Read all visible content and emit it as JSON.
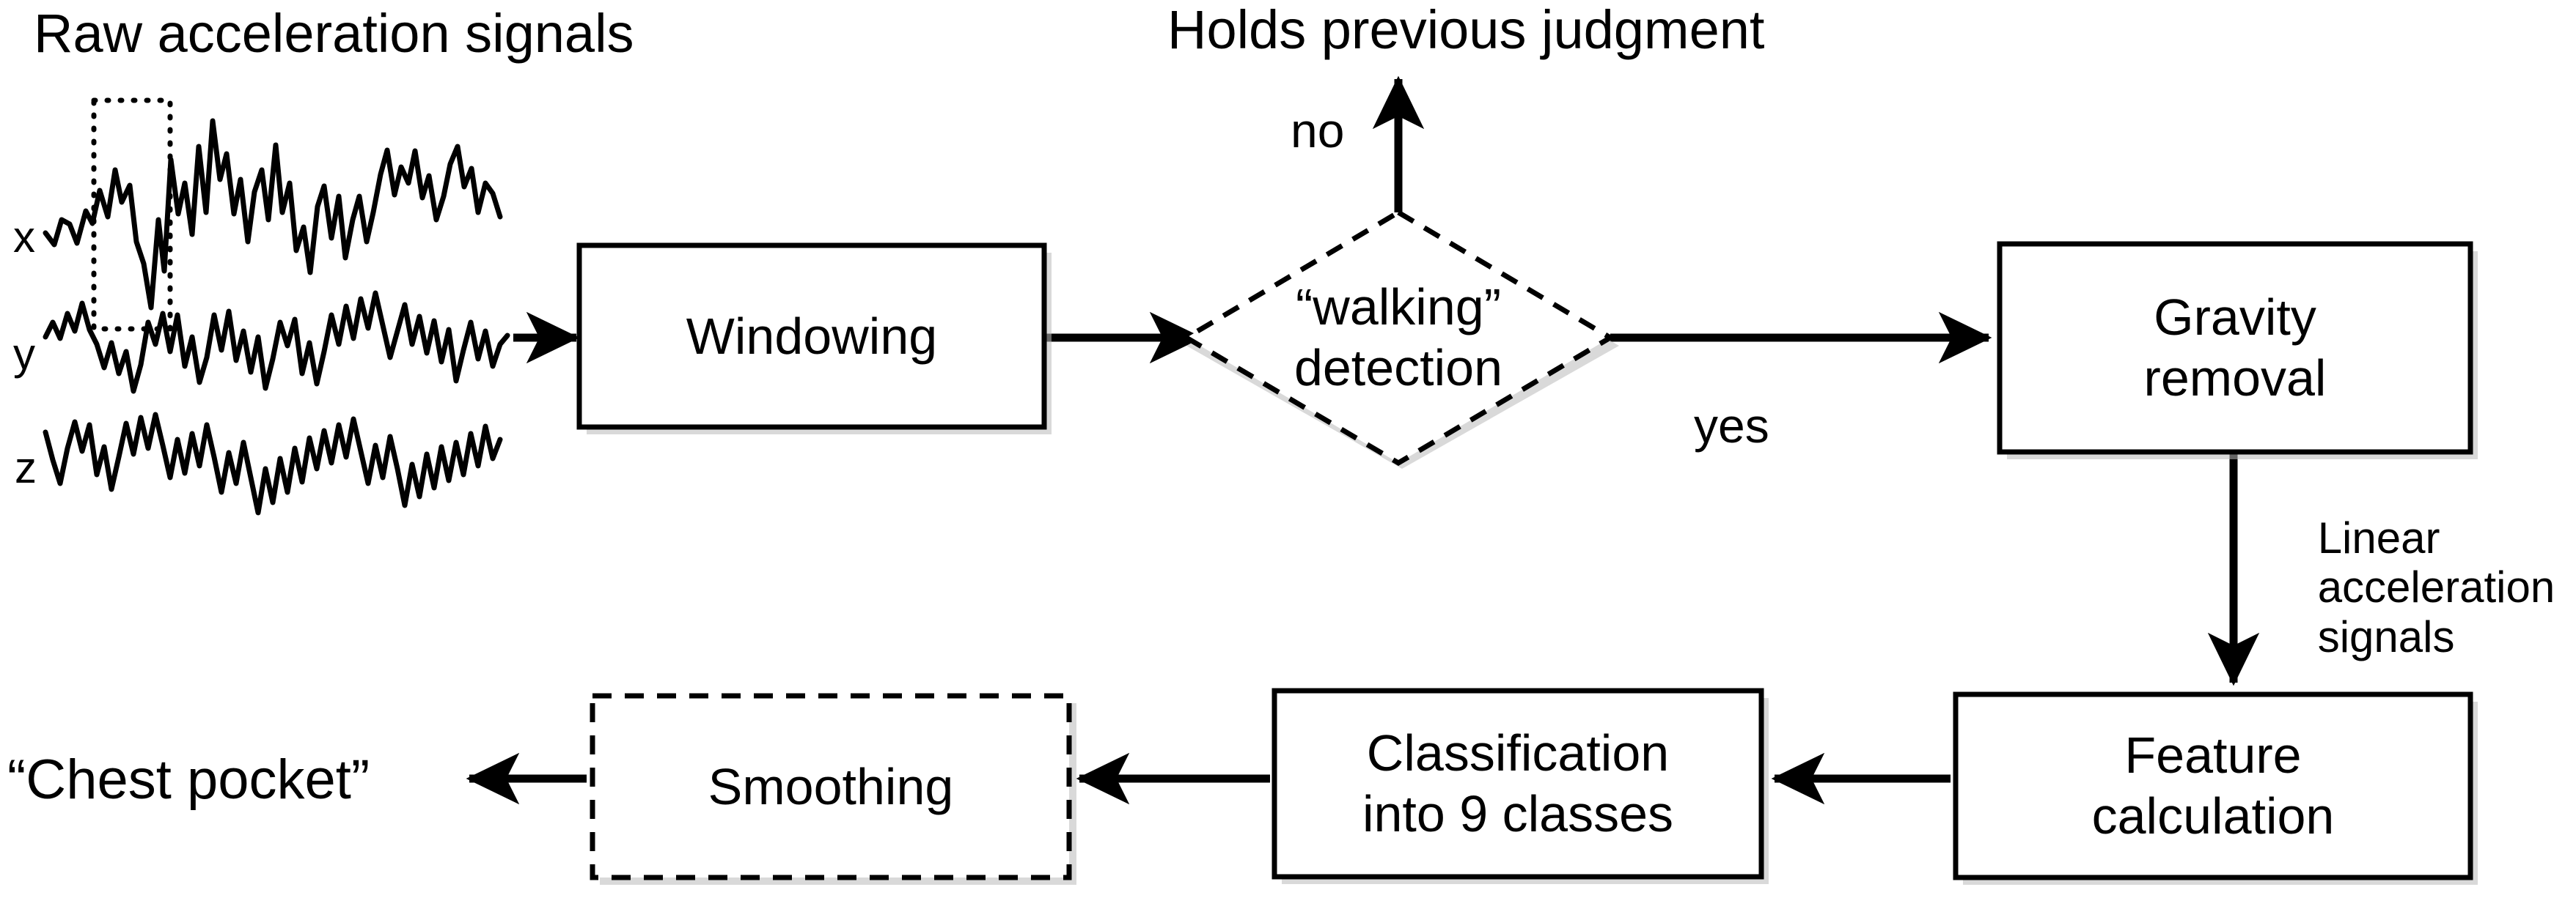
{
  "figure": {
    "type": "flowchart",
    "orientation": "left-to-right, two rows",
    "background_color": "#ffffff",
    "line_color": "#000000"
  },
  "signal_panel": {
    "title": "Raw acceleration signals",
    "axis_labels": [
      "x",
      "y",
      "z"
    ],
    "window_selection": {
      "name": "sliding-window",
      "style": "dotted rectangle"
    }
  },
  "nodes": [
    {
      "id": "windowing",
      "label_lines": [
        "Windowing"
      ],
      "shape": "rectangle",
      "border": "solid"
    },
    {
      "id": "walking-detection",
      "label_lines": [
        "“walking”",
        "detection"
      ],
      "shape": "diamond",
      "border": "dashed"
    },
    {
      "id": "gravity-removal",
      "label_lines": [
        "Gravity",
        "removal"
      ],
      "shape": "rectangle",
      "border": "solid"
    },
    {
      "id": "feature-calculation",
      "label_lines": [
        "Feature",
        "calculation"
      ],
      "shape": "rectangle",
      "border": "solid"
    },
    {
      "id": "classification",
      "label_lines": [
        "Classification",
        "into 9 classes"
      ],
      "shape": "rectangle",
      "border": "solid"
    },
    {
      "id": "smoothing",
      "label_lines": [
        "Smoothing"
      ],
      "shape": "rectangle",
      "border": "dashed"
    }
  ],
  "edge_labels": {
    "no": "no",
    "yes": "yes",
    "linear_signals_lines": [
      "Linear",
      "acceleration",
      "signals"
    ]
  },
  "terminals": {
    "no_branch_output": "Holds previous judgment",
    "final_output": "“Chest pocket”"
  },
  "node_text": {
    "windowing_l1": "Windowing",
    "walking_l1": "“walking”",
    "walking_l2": "detection",
    "gravity_l1": "Gravity",
    "gravity_l2": "removal",
    "feature_l1": "Feature",
    "feature_l2": "calculation",
    "classification_l1": "Classification",
    "classification_l2": "into 9 classes",
    "smoothing_l1": "Smoothing"
  },
  "linear_label": {
    "l1": "Linear",
    "l2": "acceleration",
    "l3": "signals"
  },
  "axes": {
    "x": "x",
    "y": "y",
    "z": "z"
  }
}
